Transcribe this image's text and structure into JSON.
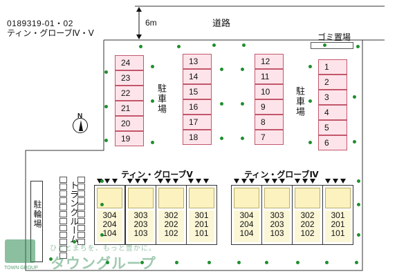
{
  "property": {
    "id": "0189319-01・02",
    "name": "ティン・グローブⅣ・Ⅴ"
  },
  "road": {
    "label": "道路",
    "width": "6m"
  },
  "labels": {
    "trash": "ゴミ置場",
    "parking": "駐車場",
    "bicycle": "駐輪場",
    "trunk_room": "トランクルーム",
    "north": "N"
  },
  "parking_left": [
    "24",
    "23",
    "22",
    "21",
    "20",
    "19"
  ],
  "parking_mid_left": [
    "13",
    "14",
    "15",
    "16",
    "17",
    "18"
  ],
  "parking_mid_right": [
    "12",
    "11",
    "10",
    "9",
    "8",
    "7"
  ],
  "parking_right": [
    "1",
    "2",
    "3",
    "4",
    "5",
    "6"
  ],
  "buildings": [
    {
      "name": "ティン・グローブⅤ",
      "units": [
        [
          "304",
          "204",
          "104"
        ],
        [
          "303",
          "203",
          "103"
        ],
        [
          "302",
          "202",
          "102"
        ],
        [
          "301",
          "201",
          "101"
        ]
      ]
    },
    {
      "name": "ティン・グローブⅣ",
      "units": [
        [
          "304",
          "204",
          "104"
        ],
        [
          "303",
          "203",
          "103"
        ],
        [
          "302",
          "202",
          "102"
        ],
        [
          "301",
          "201",
          "101"
        ]
      ]
    }
  ],
  "branding": {
    "slogan": "ひととまちを、もっと豊かに。",
    "brand": "タウングループ",
    "brand_en": "TOWN GROUP"
  },
  "colors": {
    "parking_fill": "#fde4ea",
    "parking_border": "#c2566b",
    "unit_fill": "#fbf2bf",
    "tree": "#1e8f2e",
    "brand": "#2e8a52"
  }
}
